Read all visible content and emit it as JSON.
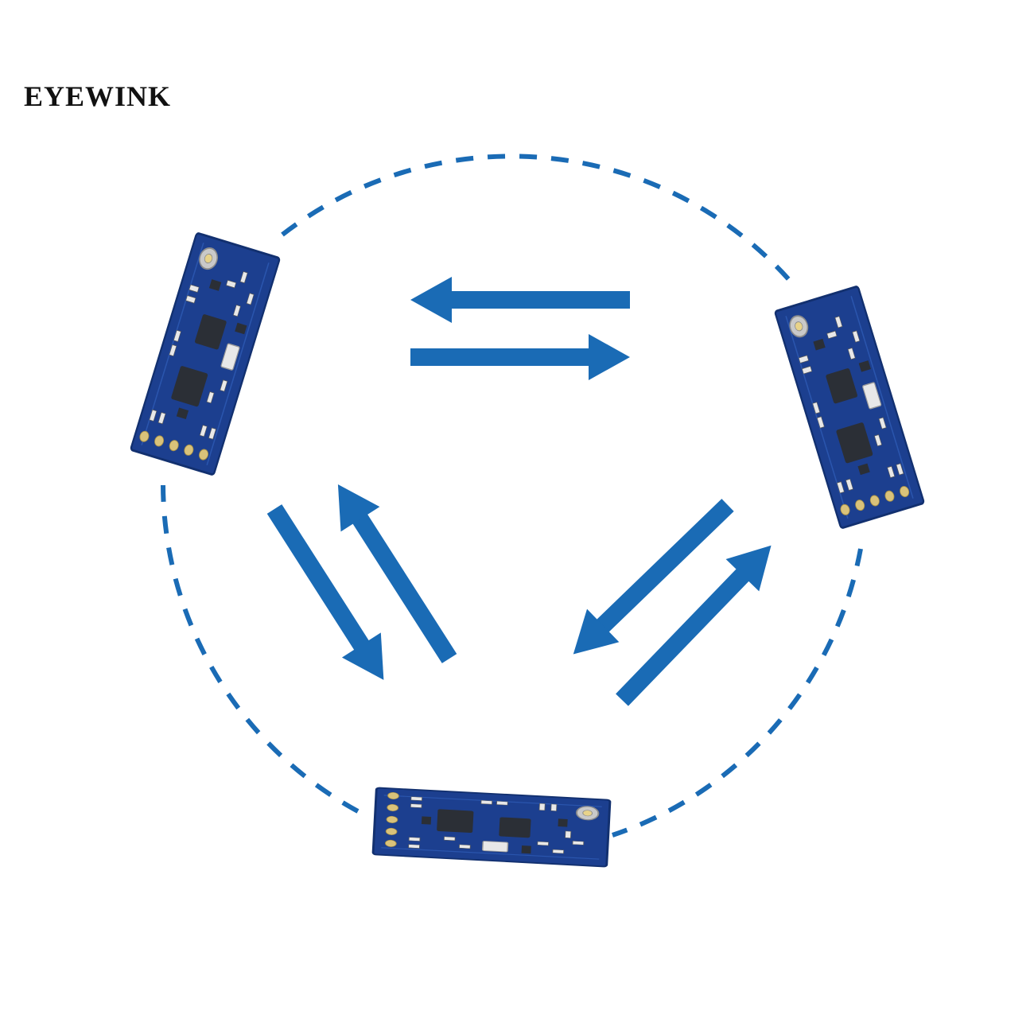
{
  "brand": {
    "name": "EYEWINK",
    "text_color": "#111111"
  },
  "diagram": {
    "description_type": "network-topology",
    "nodes": [
      {
        "id": "module-top-left",
        "kind": "rf-transceiver-module"
      },
      {
        "id": "module-right",
        "kind": "rf-transceiver-module"
      },
      {
        "id": "module-bottom",
        "kind": "rf-transceiver-module"
      }
    ],
    "links": [
      {
        "from": "module-top-left",
        "to": "module-right",
        "direction": "bidirectional"
      },
      {
        "from": "module-top-left",
        "to": "module-bottom",
        "direction": "bidirectional"
      },
      {
        "from": "module-right",
        "to": "module-bottom",
        "direction": "bidirectional"
      }
    ],
    "ring_style": "dashed",
    "colors": {
      "arrow": "#1a6bb5",
      "ring": "#1a6bb5",
      "board": "#1c3f8f",
      "board_edge": "#12306f",
      "chip": "#2b2f36",
      "pad": "#d9c27a",
      "component_light": "#e8e8e8"
    }
  }
}
